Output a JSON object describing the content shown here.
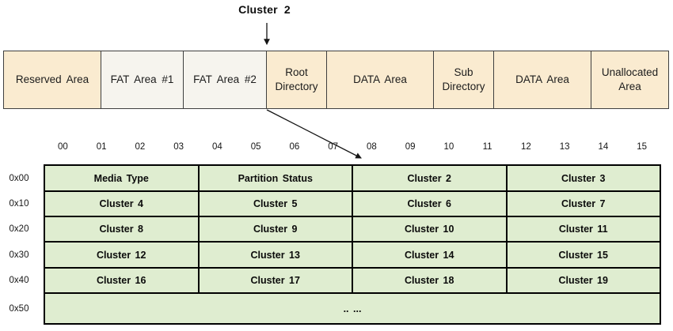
{
  "colors": {
    "tan": "#FAEBD0",
    "light": "#F6F4EE",
    "green": "#DFEDD0",
    "border_dark": "#3F3F3F",
    "table_border": "#000000"
  },
  "annotation": {
    "label": "Cluster 2"
  },
  "disk_bar": {
    "segments": [
      {
        "label": "Reserved Area",
        "style": "tan"
      },
      {
        "label": "FAT Area #1",
        "style": "light"
      },
      {
        "label": "FAT Area #2",
        "style": "light"
      },
      {
        "label": "Root Directory",
        "style": "tan"
      },
      {
        "label": "DATA Area",
        "style": "tan"
      },
      {
        "label": "Sub Directory",
        "style": "tan"
      },
      {
        "label": "DATA Area",
        "style": "tan"
      },
      {
        "label": "Unallocated Area",
        "style": "tan"
      }
    ]
  },
  "fat_table": {
    "col_headers": [
      "00",
      "01",
      "02",
      "03",
      "04",
      "05",
      "06",
      "07",
      "08",
      "09",
      "10",
      "11",
      "12",
      "13",
      "14",
      "15"
    ],
    "row_headers": [
      "0x00",
      "0x10",
      "0x20",
      "0x30",
      "0x40",
      "0x50"
    ],
    "rows": [
      [
        "Media Type",
        "Partition Status",
        "Cluster 2",
        "Cluster 3"
      ],
      [
        "Cluster 4",
        "Cluster 5",
        "Cluster 6",
        "Cluster 7"
      ],
      [
        "Cluster 8",
        "Cluster 9",
        "Cluster 10",
        "Cluster 11"
      ],
      [
        "Cluster 12",
        "Cluster 13",
        "Cluster 14",
        "Cluster 15"
      ],
      [
        "Cluster 16",
        "Cluster 17",
        "Cluster 18",
        "Cluster 19"
      ]
    ],
    "ellipsis_row": ".. ..."
  }
}
